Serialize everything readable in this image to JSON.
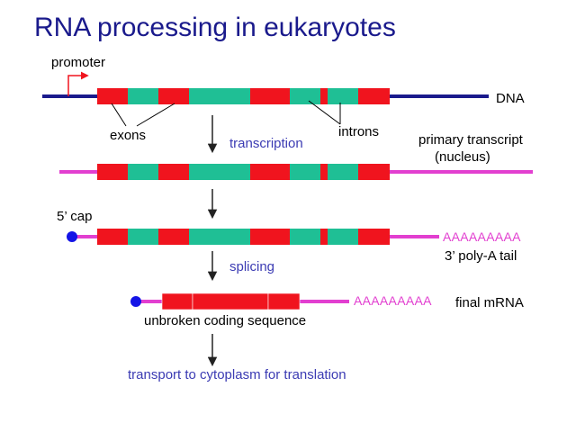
{
  "title": "RNA processing in eukaryotes",
  "labels": {
    "promoter": "promoter",
    "dna": "DNA",
    "exons": "exons",
    "introns": "introns",
    "transcription": "transcription",
    "primary_transcript": "primary transcript",
    "nucleus": "(nucleus)",
    "five_cap": "5’ cap",
    "polya_seq": "AAAAAAAAA",
    "three_polya": "3’ poly-A tail",
    "splicing": "splicing",
    "final_mrna": "final mRNA",
    "unbroken": "unbroken coding sequence",
    "transport": "transport to cytoplasm for translation"
  },
  "colors": {
    "title": "#1a1a8c",
    "dna_line": "#1a1a8c",
    "rna_line": "#e23fd0",
    "exon": "#f0141e",
    "intron": "#1fbf95",
    "cap": "#1414e6",
    "process_text": "#3b3bb3",
    "arrow": "#222222"
  }
}
